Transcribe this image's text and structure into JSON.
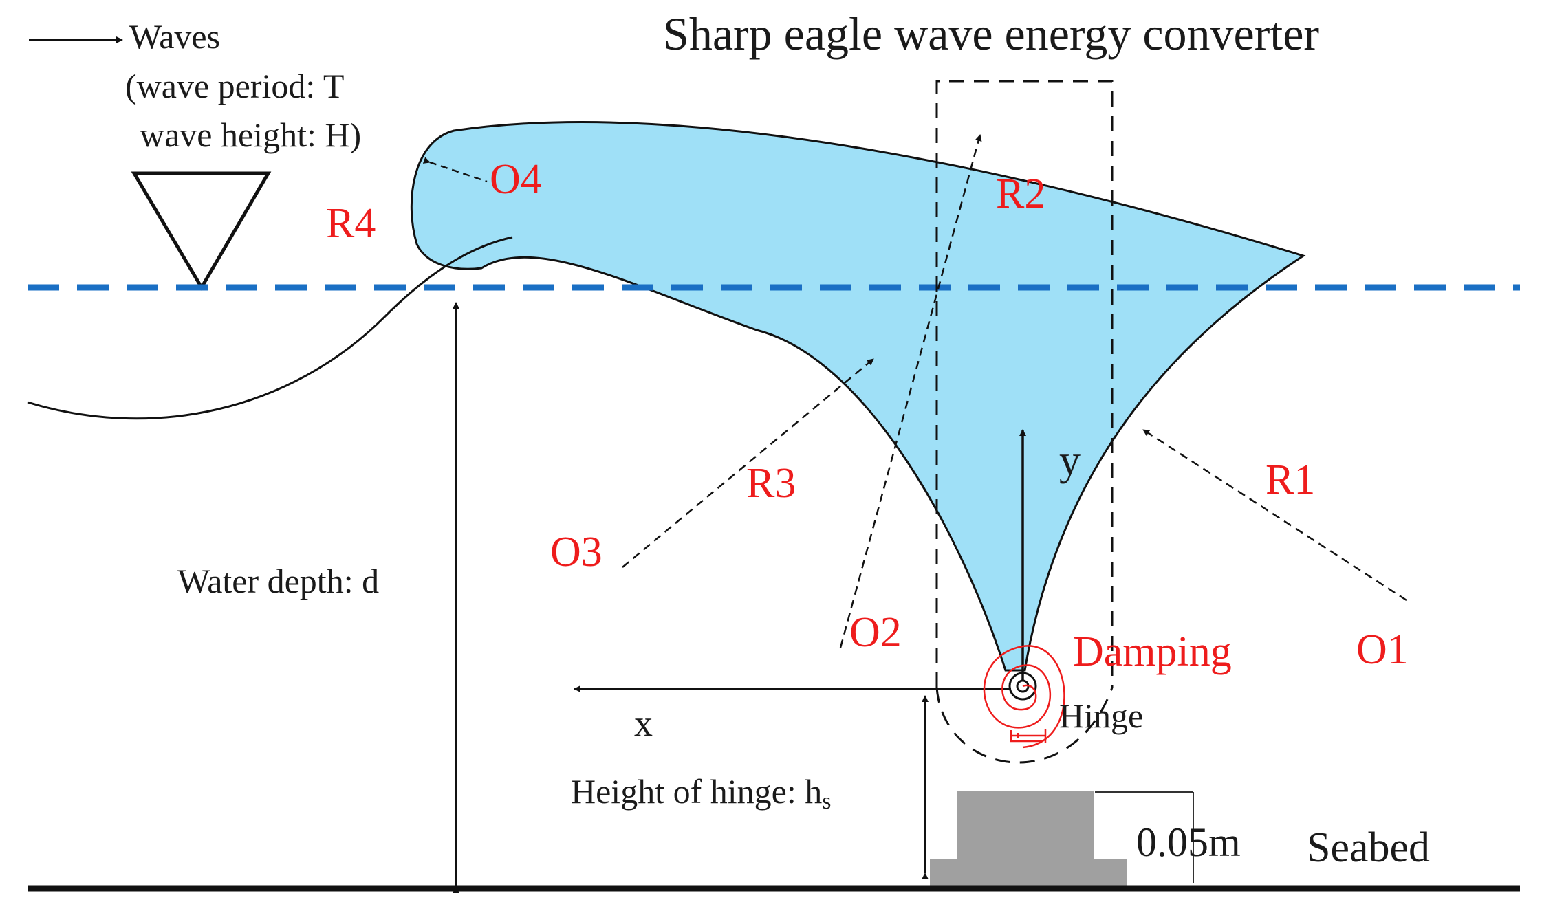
{
  "title": "Sharp eagle wave energy converter",
  "legend": {
    "waves": "Waves",
    "period": "(wave period: T",
    "height": "wave height: H)"
  },
  "labels": {
    "water_depth": "Water depth: d",
    "hinge_height": "Height of hinge: h",
    "hinge_height_sub": "s",
    "hinge": "Hinge",
    "damping": "Damping",
    "x_axis": "x",
    "y_axis": "y",
    "base_height": "0.05m",
    "seabed": "Seabed"
  },
  "radii": {
    "R1": "R1",
    "R2": "R2",
    "R3": "R3",
    "R4": "R4",
    "O1": "O1",
    "O2": "O2",
    "O3": "O3",
    "O4": "O4"
  },
  "colors": {
    "body_fill": "#9fe0f7",
    "waterline": "#1a6fc4",
    "annotation_red": "#ee1c1c",
    "base_gray": "#a0a0a0"
  }
}
